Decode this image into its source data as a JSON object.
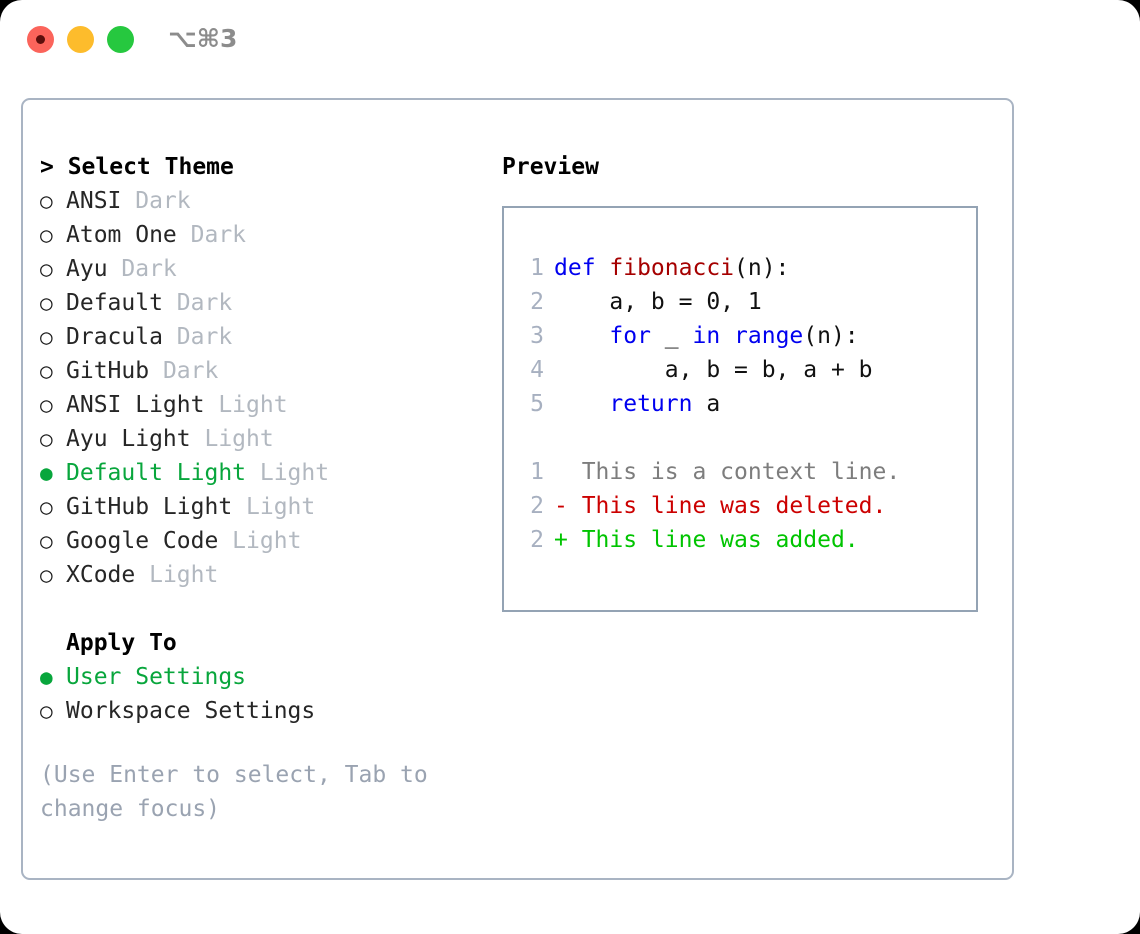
{
  "titlebar": {
    "shortcut": "⌥⌘3",
    "buttons": [
      "close",
      "minimize",
      "maximize"
    ]
  },
  "left_pane": {
    "header": "> Select Theme",
    "themes": [
      {
        "marker": "○",
        "name": "ANSI",
        "tag": "Dark",
        "selected": false
      },
      {
        "marker": "○",
        "name": "Atom One",
        "tag": "Dark",
        "selected": false
      },
      {
        "marker": "○",
        "name": "Ayu",
        "tag": "Dark",
        "selected": false
      },
      {
        "marker": "○",
        "name": "Default",
        "tag": "Dark",
        "selected": false
      },
      {
        "marker": "○",
        "name": "Dracula",
        "tag": "Dark",
        "selected": false
      },
      {
        "marker": "○",
        "name": "GitHub",
        "tag": "Dark",
        "selected": false
      },
      {
        "marker": "○",
        "name": "ANSI Light",
        "tag": "Light",
        "selected": false
      },
      {
        "marker": "○",
        "name": "Ayu Light",
        "tag": "Light",
        "selected": false
      },
      {
        "marker": "●",
        "name": "Default Light",
        "tag": "Light",
        "selected": true
      },
      {
        "marker": "○",
        "name": "GitHub Light",
        "tag": "Light",
        "selected": false
      },
      {
        "marker": "○",
        "name": "Google Code",
        "tag": "Light",
        "selected": false
      },
      {
        "marker": "○",
        "name": "XCode",
        "tag": "Light",
        "selected": false
      }
    ],
    "apply_to_label": "Apply To",
    "apply_to_options": [
      {
        "marker": "●",
        "name": "User Settings",
        "selected": true
      },
      {
        "marker": "○",
        "name": "Workspace Settings",
        "selected": false
      }
    ],
    "hint": "(Use Enter to select, Tab to change focus)"
  },
  "right_pane": {
    "title": "Preview",
    "code_lines": [
      {
        "no": "1",
        "tokens": [
          {
            "text": "def ",
            "kind": "kw"
          },
          {
            "text": "fibonacci",
            "kind": "fn"
          },
          {
            "text": "(n):",
            "kind": "plain"
          }
        ]
      },
      {
        "no": "2",
        "tokens": [
          {
            "text": "    a, b = 0, 1",
            "kind": "plain"
          }
        ]
      },
      {
        "no": "3",
        "tokens": [
          {
            "text": "    ",
            "kind": "plain"
          },
          {
            "text": "for",
            "kind": "kw"
          },
          {
            "text": " _ ",
            "kind": "plain"
          },
          {
            "text": "in range",
            "kind": "kw"
          },
          {
            "text": "(n):",
            "kind": "plain"
          }
        ]
      },
      {
        "no": "4",
        "tokens": [
          {
            "text": "        a, b = b, a + b",
            "kind": "plain"
          }
        ]
      },
      {
        "no": "5",
        "tokens": [
          {
            "text": "    ",
            "kind": "plain"
          },
          {
            "text": "return",
            "kind": "kw"
          },
          {
            "text": " a",
            "kind": "plain"
          }
        ]
      }
    ],
    "diff_lines": [
      {
        "no": "1",
        "prefix": "  ",
        "text": "This is a context line.",
        "kind": "context"
      },
      {
        "no": "2",
        "prefix": "- ",
        "text": "This line was deleted.",
        "kind": "del"
      },
      {
        "no": "2",
        "prefix": "+ ",
        "text": "This line was added.",
        "kind": "add"
      }
    ]
  },
  "colors": {
    "accent_green": "#08a63c",
    "keyword_blue": "#0000ef",
    "function_red": "#a50000",
    "diff_deleted": "#cc0000",
    "diff_added": "#00c400",
    "muted_gray": "#b2b8c0",
    "border": "#a9b4c3"
  }
}
